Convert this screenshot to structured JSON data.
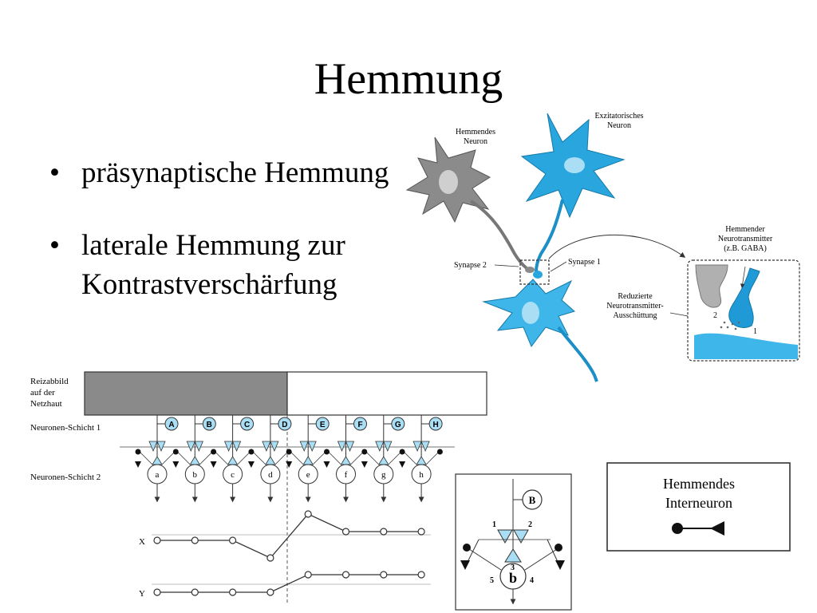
{
  "slide": {
    "title": "Hemmung",
    "bullets": [
      {
        "marker": "•",
        "text": "präsynaptische Hemmung"
      },
      {
        "marker": "•",
        "text": "laterale Hemmung zur Kontrastverschärfung"
      }
    ]
  },
  "neuron_figure": {
    "inhibitory_neuron_label": [
      "Hemmendes",
      "Neuron"
    ],
    "excitatory_neuron_label": [
      "Exzitatorisches",
      "Neuron"
    ],
    "synapse2_label": "Synapse 2",
    "synapse1_label": "Synapse 1",
    "transmitter_label": [
      "Hemmender",
      "Neurotransmitter",
      "(z.B. GABA)"
    ],
    "reduced_release_label": [
      "Reduzierte",
      "Neurotransmitter-",
      "Ausschüttung"
    ],
    "inset_numbers": [
      "2",
      "1"
    ],
    "colors": {
      "inhibitory": "#8a8a8a",
      "excitatory": "#2aa8e0"
    }
  },
  "lateral_figure": {
    "stimulus_label": [
      "Reizabbild",
      "auf der",
      "Netzhaut"
    ],
    "layer1_label": "Neuronen-Schicht 1",
    "layer2_label": "Neuronen-Schicht 2",
    "layer1_units": [
      "A",
      "B",
      "C",
      "D",
      "E",
      "F",
      "G",
      "H"
    ],
    "layer2_units": [
      "a",
      "b",
      "c",
      "d",
      "e",
      "f",
      "g",
      "h"
    ],
    "trace_labels": [
      "X",
      "Y"
    ],
    "trace_x_levels": [
      0,
      0,
      0,
      -1,
      1.5,
      0.5,
      0.5,
      0.5
    ],
    "trace_y_levels": [
      0,
      0,
      0,
      0,
      1,
      1,
      1,
      1
    ]
  },
  "detail_figure": {
    "top_unit": "B",
    "center_unit": "b",
    "numbers": [
      "1",
      "2",
      "3",
      "4",
      "5"
    ]
  },
  "legend": {
    "label": [
      "Hemmendes",
      "Interneuron"
    ]
  }
}
